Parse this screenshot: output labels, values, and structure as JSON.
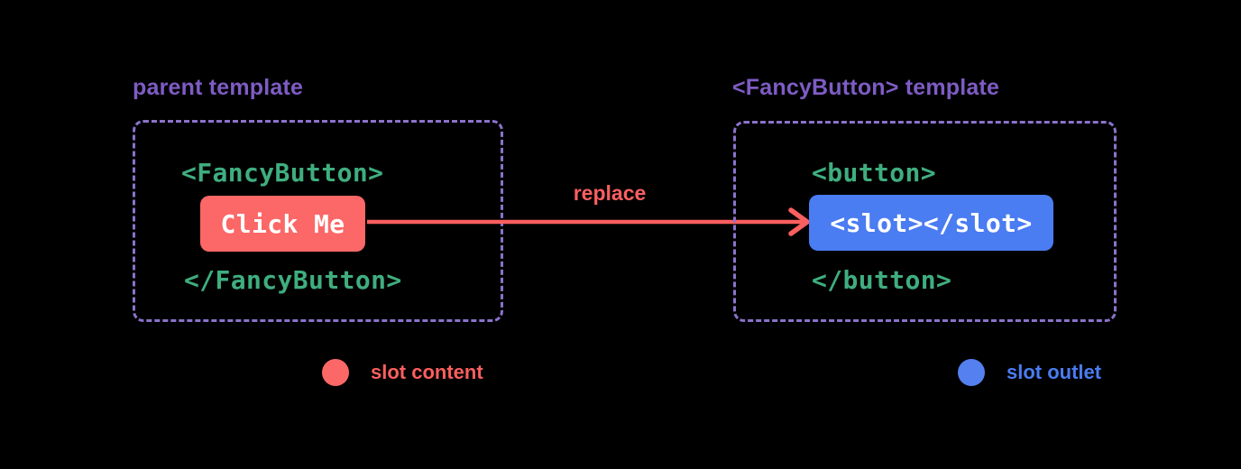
{
  "diagram_title": "component slots diagram",
  "colors": {
    "background": "#000000",
    "purple_label": "#7e5cc4",
    "purple_dash": "#8b72cc",
    "code_green": "#3fae7f",
    "slot_content_red": "#fc6767",
    "slot_outlet_blue": "#4a7cf2",
    "white": "#ffffff"
  },
  "left_panel": {
    "title": "parent template",
    "open_tag": "<FancyButton>",
    "slot_content": "Click Me",
    "close_tag": "</FancyButton>"
  },
  "right_panel": {
    "title": "<FancyButton> template",
    "open_tag": "<button>",
    "slot_outlet": "<slot></slot>",
    "close_tag": "</button>"
  },
  "arrow": {
    "label": "replace"
  },
  "legend": {
    "slot_content": {
      "label": "slot content",
      "color": "#fc6767"
    },
    "slot_outlet": {
      "label": "slot outlet",
      "color": "#4a7cf2"
    }
  }
}
